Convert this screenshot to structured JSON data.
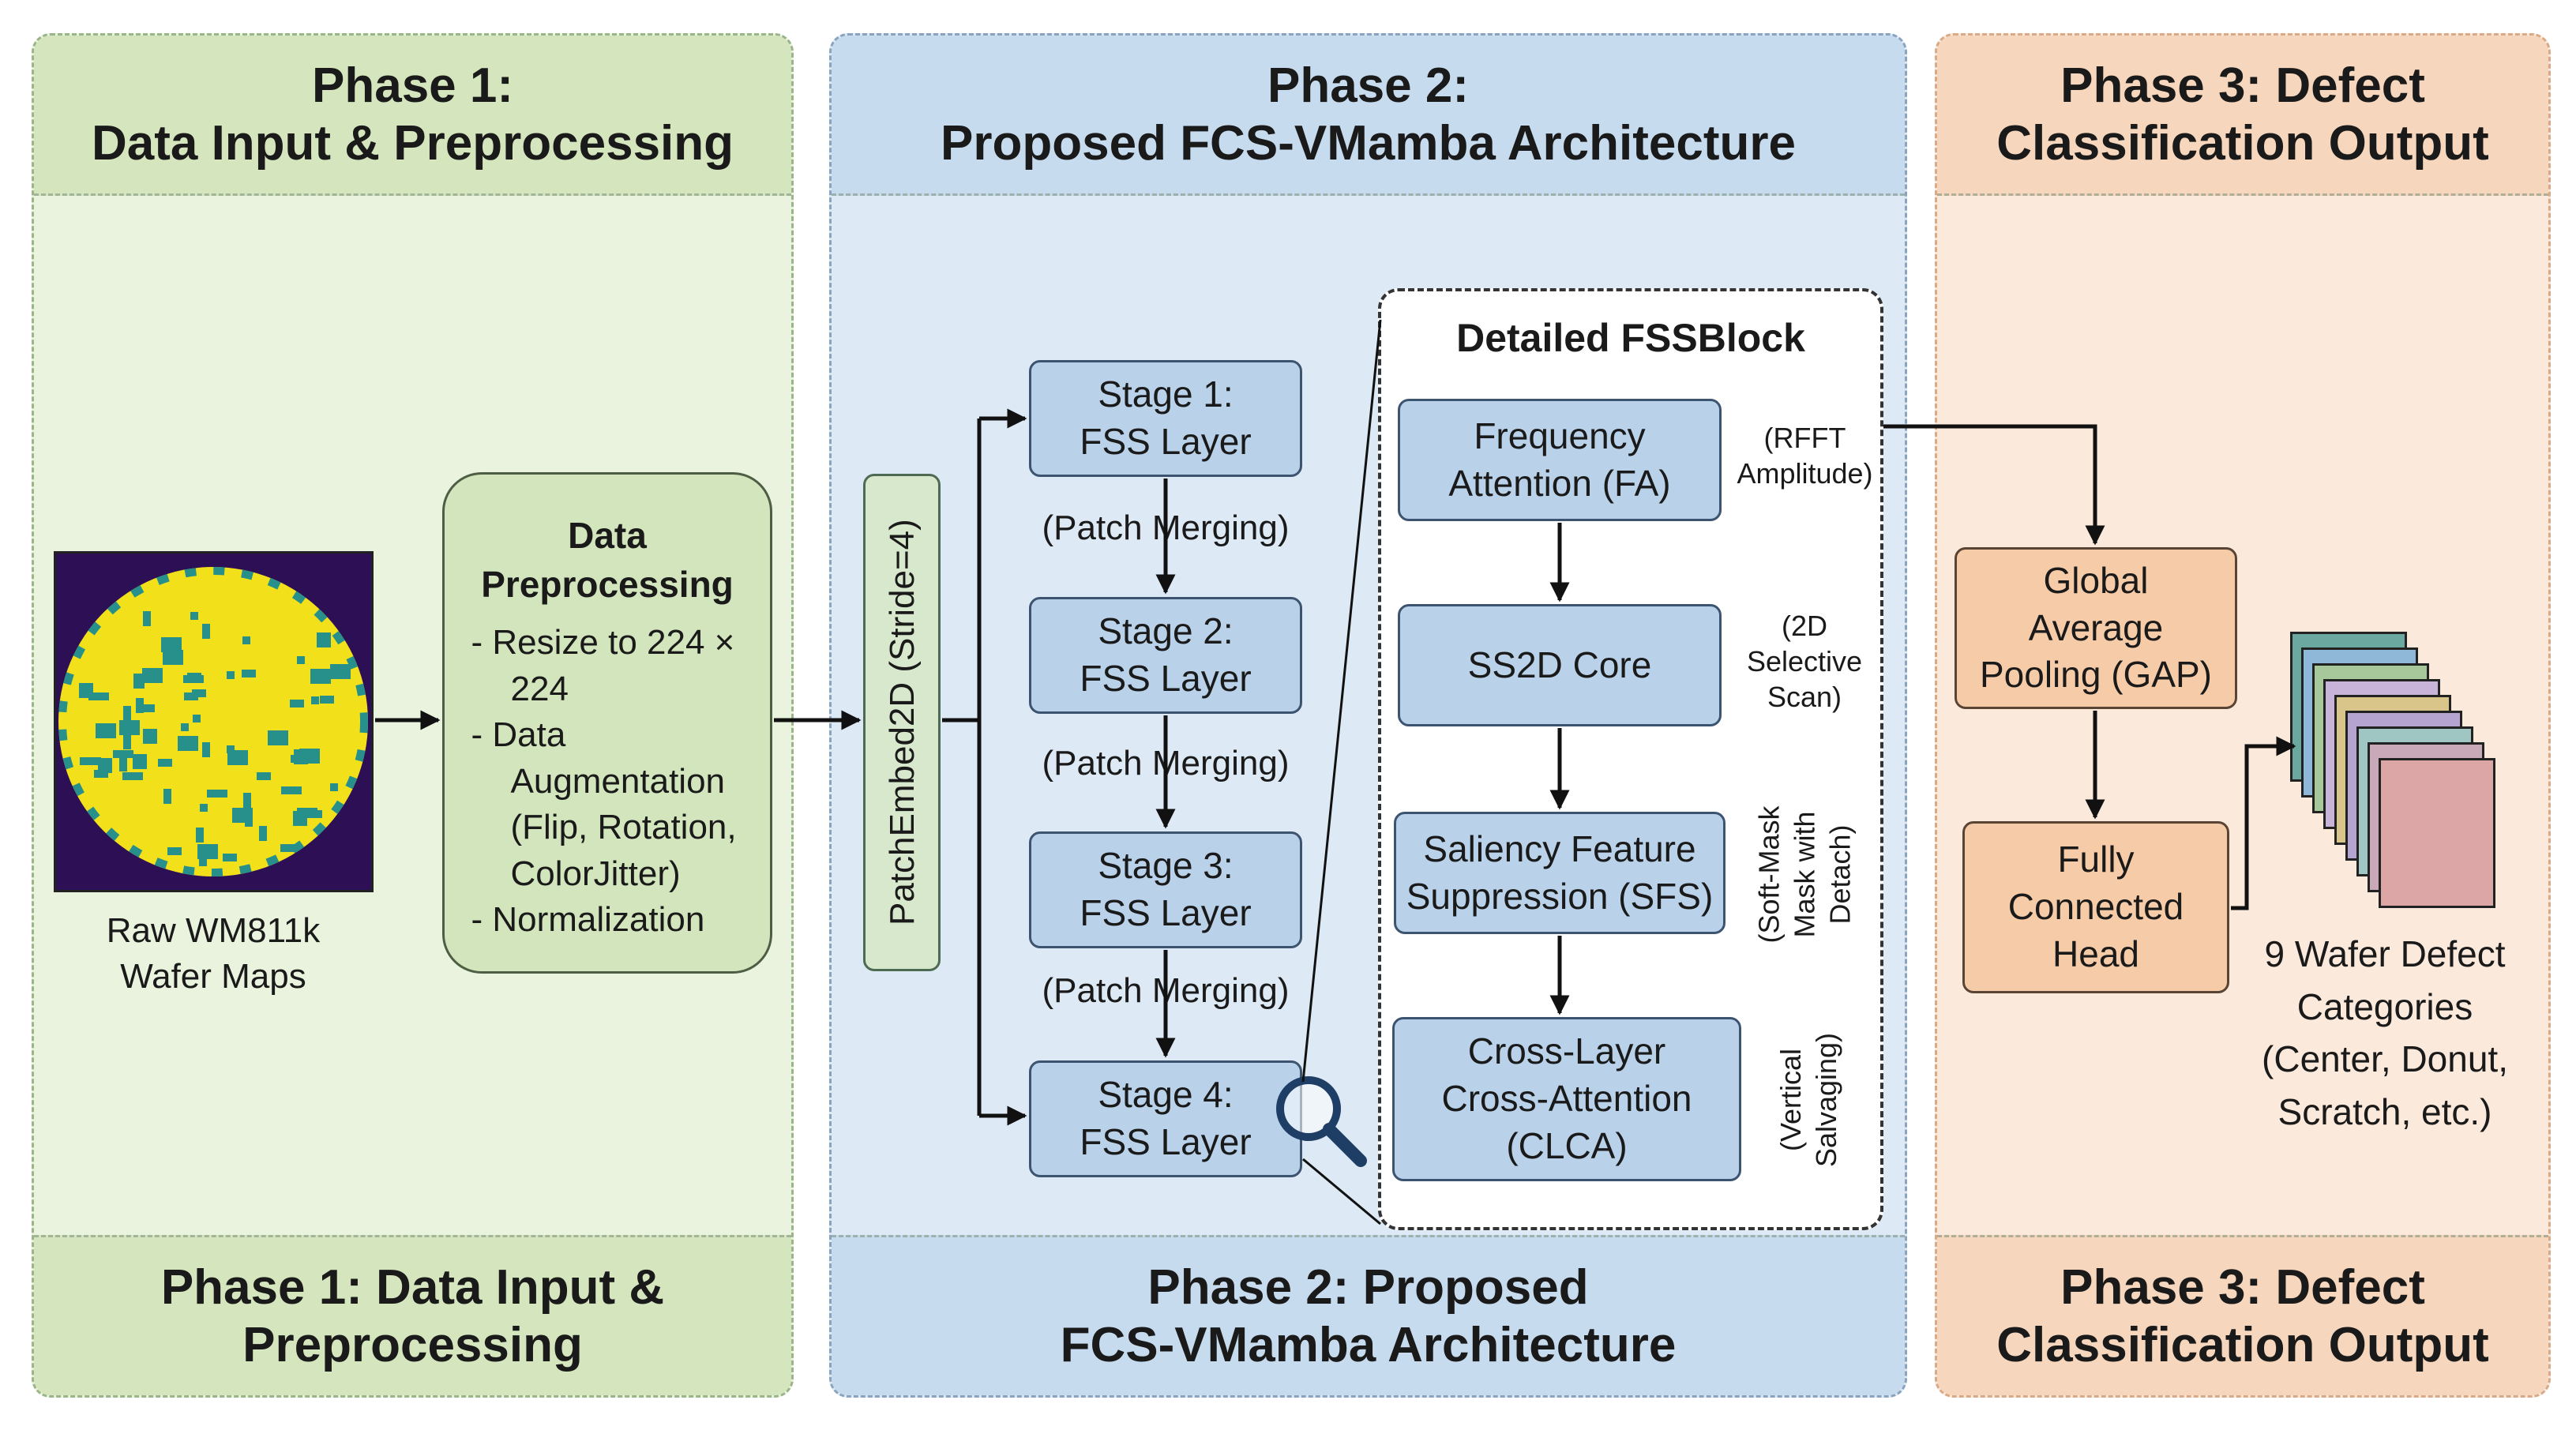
{
  "phase1": {
    "header": [
      "Phase 1:",
      "Data Input & Preprocessing"
    ],
    "footer": [
      "Phase 1: Data Input &",
      "Preprocessing"
    ],
    "raw_label": [
      "Raw WM811k",
      "Wafer Maps"
    ],
    "preprocessing": {
      "title": [
        "Data",
        "Preprocessing"
      ],
      "items": [
        "- Resize to 224 × 224",
        "- Data Augmentation (Flip, Rotation, ColorJitter)",
        "- Normalization"
      ]
    }
  },
  "phase2": {
    "header": [
      "Phase 2:",
      "Proposed FCS-VMamba Architecture"
    ],
    "footer": [
      "Phase 2: Proposed",
      "FCS-VMamba Architecture"
    ],
    "patch_embed": "PatchEmbed2D (Stride=4)",
    "stages": [
      [
        "Stage 1:",
        "FSS Layer"
      ],
      [
        "Stage 2:",
        "FSS Layer"
      ],
      [
        "Stage 3:",
        "FSS Layer"
      ],
      [
        "Stage 4:",
        "FSS Layer"
      ]
    ],
    "merge_label": "(Patch Merging)",
    "fssblock": {
      "title": "Detailed FSSBlock",
      "blocks": [
        [
          "Frequency",
          "Attention (FA)"
        ],
        [
          "SS2D Core"
        ],
        [
          "Saliency Feature",
          "Suppression (SFS)"
        ],
        [
          "Cross-Layer",
          "Cross-Attention",
          "(CLCA)"
        ]
      ],
      "notes": [
        [
          "(RFFT",
          "Amplitude)"
        ],
        [
          "(2D",
          "Selective",
          "Scan)"
        ],
        [
          "(Soft-Mask",
          "Mask with",
          "Detach)"
        ],
        [
          "(Vertical",
          "Salvaging)"
        ]
      ]
    }
  },
  "phase3": {
    "header": [
      "Phase 3: Defect",
      "Classification Output"
    ],
    "footer": [
      "Phase 3: Defect",
      "Classification Output"
    ],
    "gap": [
      "Global",
      "Average",
      "Pooling (GAP)"
    ],
    "fc": [
      "Fully",
      "Connected",
      "Head"
    ],
    "categories": [
      "9 Wafer Defect",
      "Categories",
      "(Center, Donut,",
      "Scratch, etc.)"
    ]
  },
  "colors": {
    "phase1_bg": "#eaf3dd",
    "phase2_bg": "#dde9f4",
    "phase3_bg": "#fbe9dc",
    "wafer_bg": "#2d0f55",
    "wafer_die": "#f2e11a",
    "wafer_defect": "#27908a",
    "card_colors": [
      "#6aa8a0",
      "#8fb8d8",
      "#a6c89a",
      "#c8b4d8",
      "#d9c489",
      "#b6a4d0",
      "#9fc6c2",
      "#c9a8b8",
      "#dca6a6"
    ]
  }
}
